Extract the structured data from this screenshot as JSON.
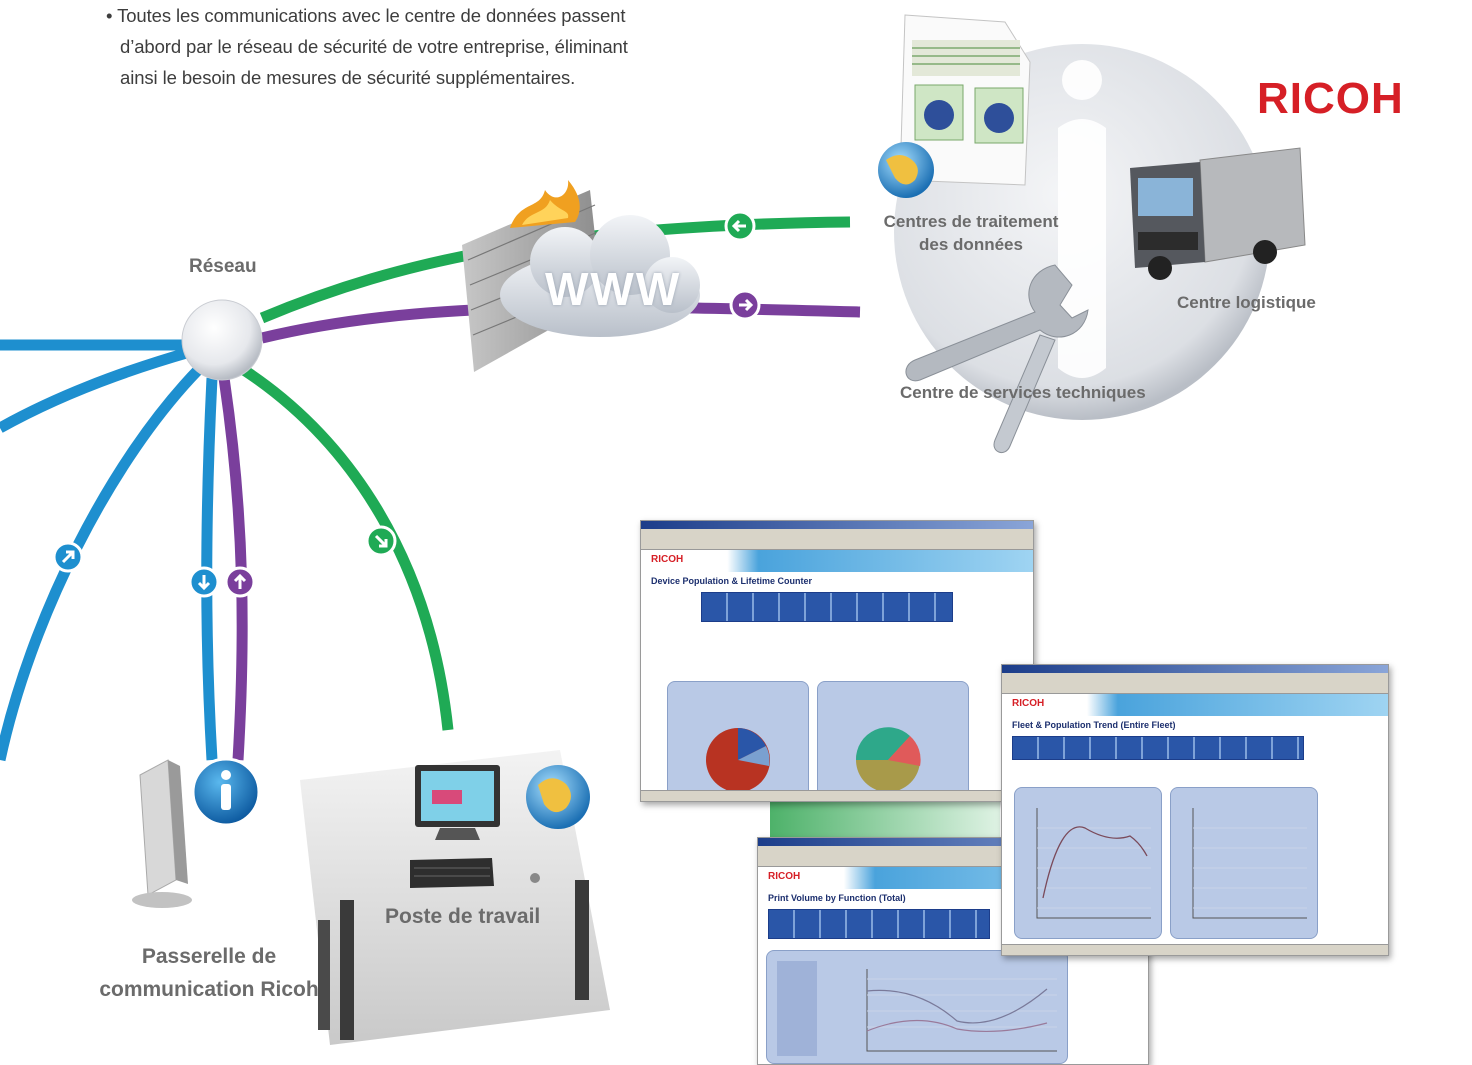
{
  "intro": {
    "bullet_line1": "• Toutes les communications avec le centre de données passent",
    "bullet_line2": "d’abord par le réseau de sécurité de votre entreprise, éliminant",
    "bullet_line3": "ainsi le besoin de mesures de sécurité supplémentaires."
  },
  "brand": {
    "logo_text": "RICOH",
    "color": "#d61f26"
  },
  "nodes": {
    "network": "Réseau",
    "internet": "WWW",
    "data_centers_line1": "Centres de traitement",
    "data_centers_line2": "des données",
    "logistics": "Centre logistique",
    "tech_services": "Centre de services techniques",
    "workstation": "Poste de travail",
    "gateway_line1": "Passerelle de",
    "gateway_line2": "communication Ricoh"
  },
  "colors": {
    "blue_link": "#1e8fcf",
    "purple_link": "#7a3f9c",
    "green_link": "#1faa55"
  },
  "screens": {
    "screen1_title": "Device Population & Lifetime Counter",
    "screen2_title": "Fleet & Population Trend (Entire Fleet)",
    "screen3_title": "Print Volume by Function (Total)"
  }
}
